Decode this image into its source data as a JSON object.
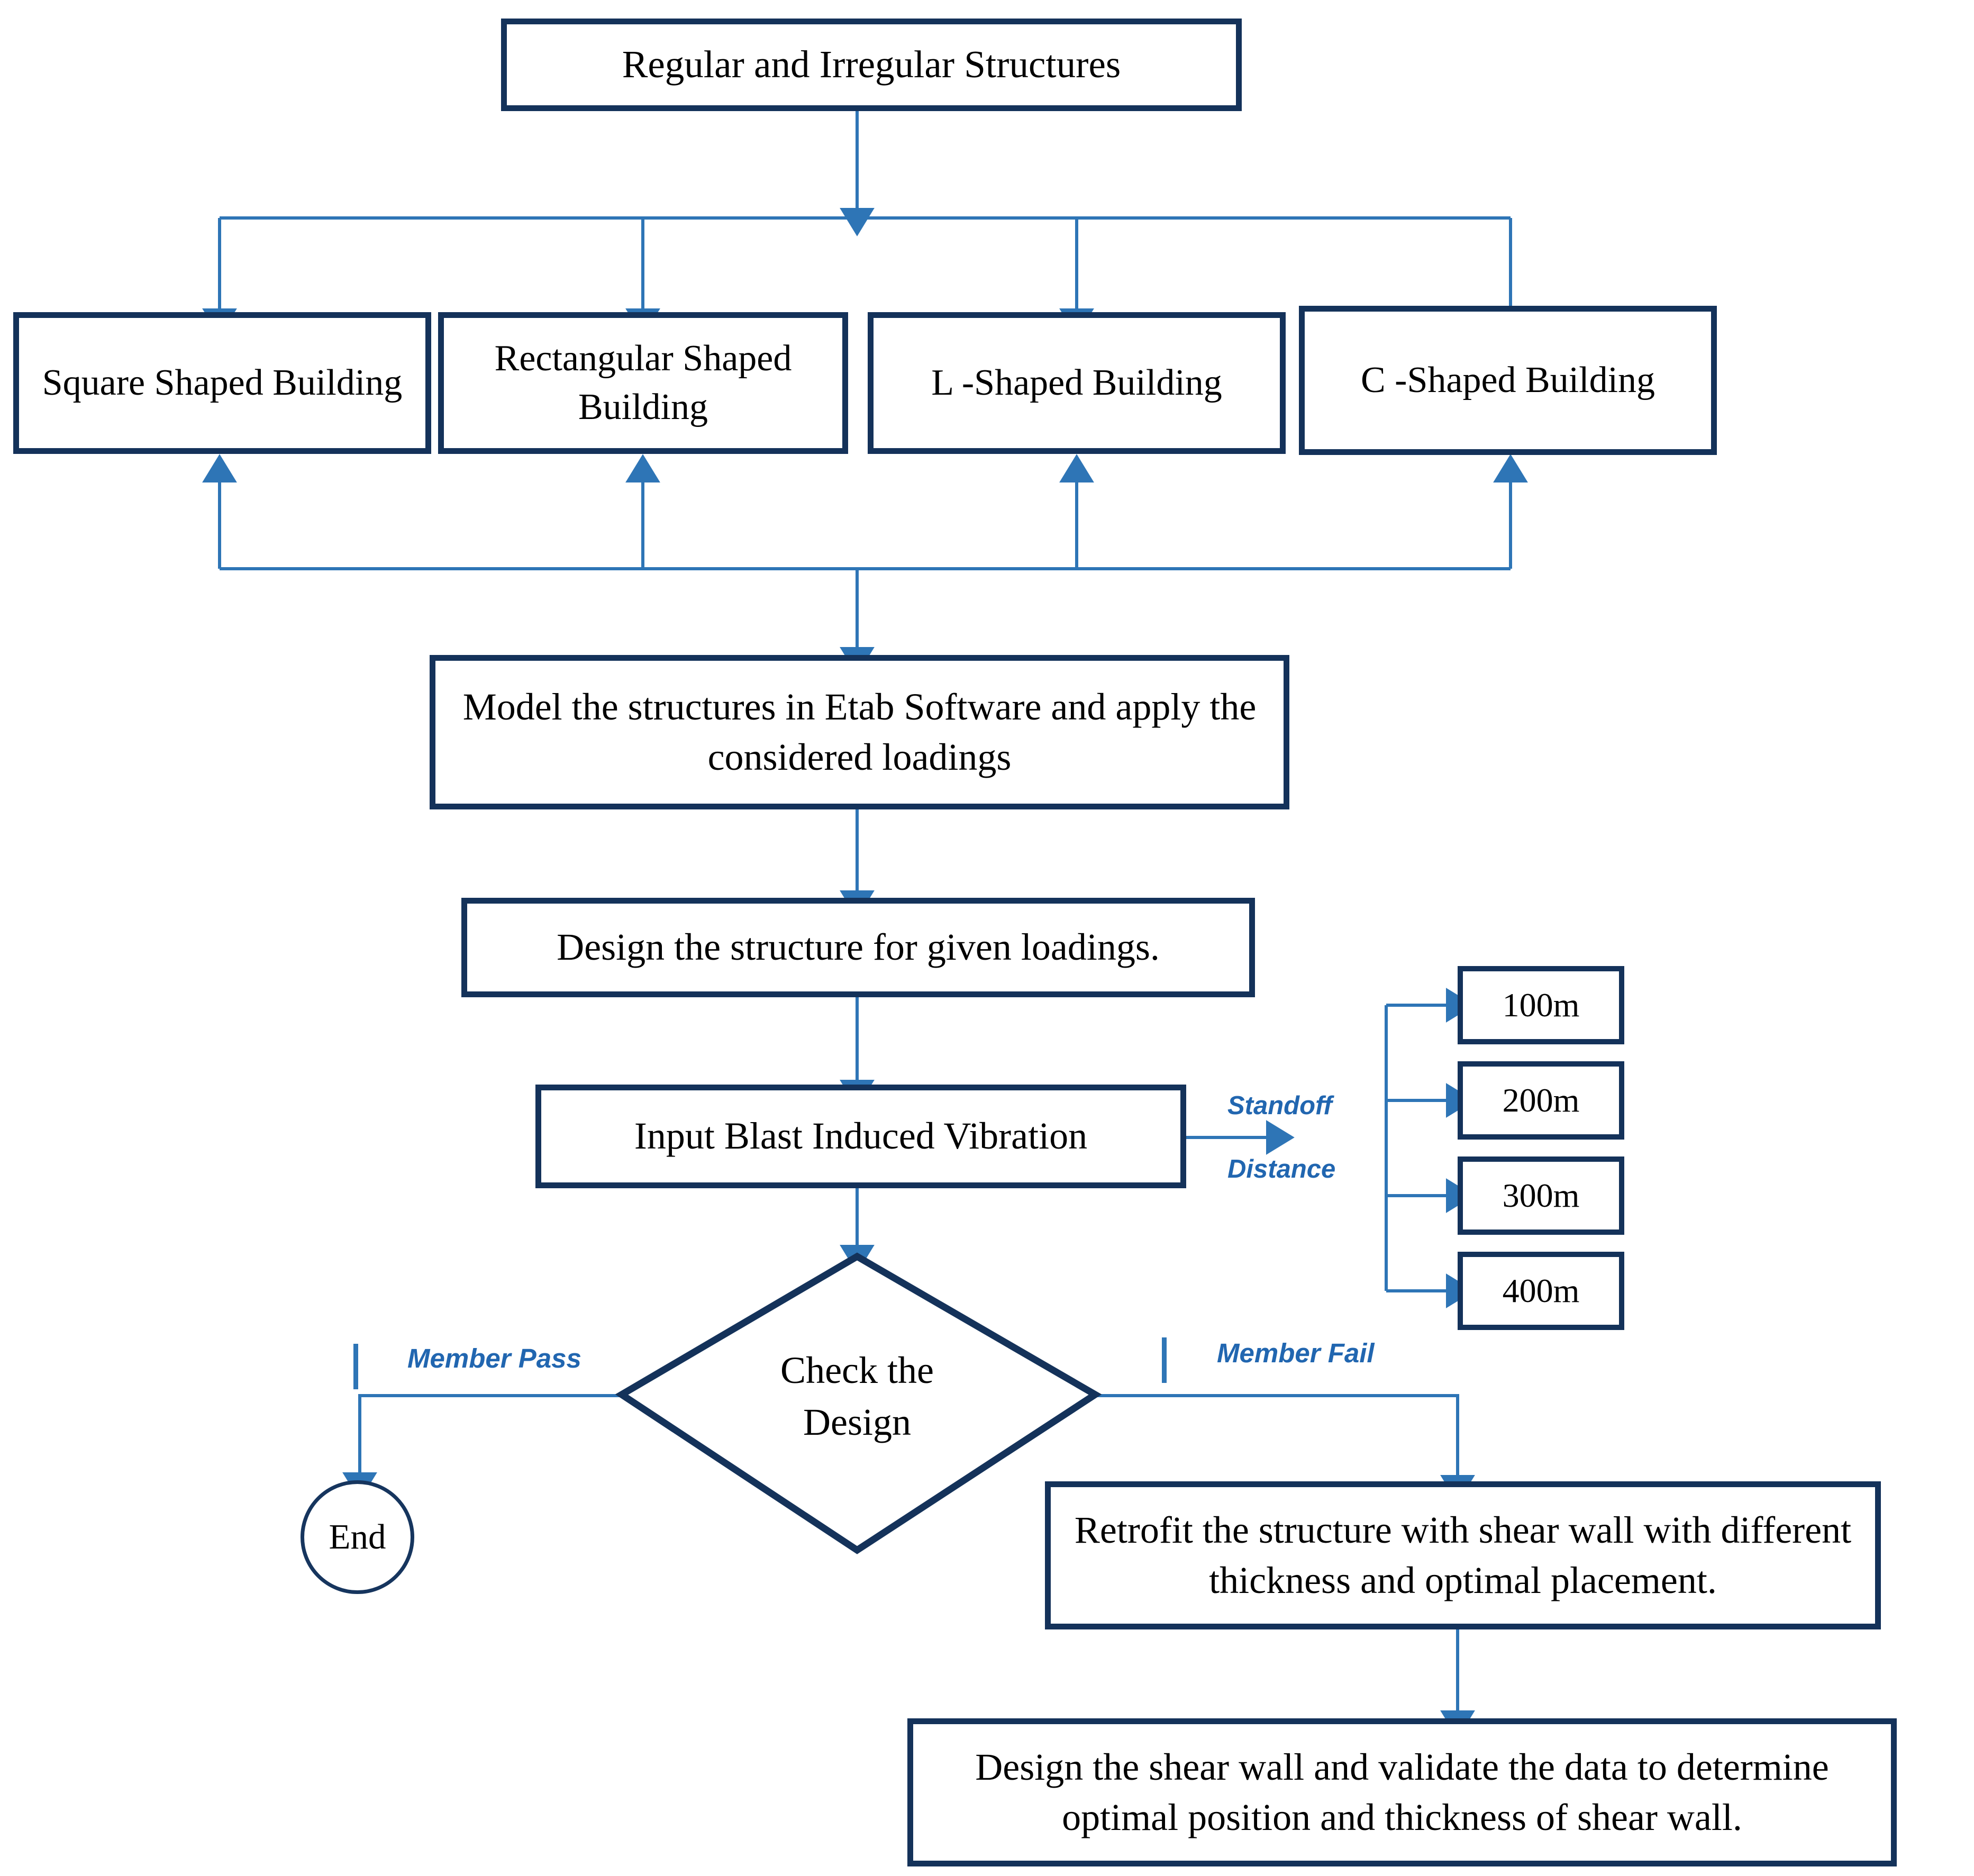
{
  "diagram": {
    "title_node": {
      "text": "Regular and Irregular Structures"
    },
    "building_types": [
      {
        "text": "Square Shaped Building"
      },
      {
        "text": "Rectangular Shaped Building"
      },
      {
        "text": "L -Shaped Building"
      },
      {
        "text": "C -Shaped Building"
      }
    ],
    "model_node": {
      "text": "Model the structures in Etab Software and apply the considered loadings"
    },
    "design_node": {
      "text": "Design the structure for given loadings."
    },
    "blast_node": {
      "text": "Input Blast Induced Vibration"
    },
    "standoff_label": {
      "line1": "Standoff",
      "line2": "Distance"
    },
    "standoff_distances": [
      {
        "text": "100m"
      },
      {
        "text": "200m"
      },
      {
        "text": "300m"
      },
      {
        "text": "400m"
      }
    ],
    "decision_node": {
      "text": "Check the Design"
    },
    "branch_pass_label": {
      "text": "Member Pass"
    },
    "branch_fail_label": {
      "text": "Member Fail"
    },
    "end_node": {
      "text": "End"
    },
    "retrofit_node": {
      "text": "Retrofit the structure with shear wall with different thickness and optimal placement."
    },
    "validate_node": {
      "text": "Design the shear wall and validate the data to determine optimal position and thickness of shear wall."
    },
    "colors": {
      "box_border": "#14325a",
      "connector": "#2E75B6",
      "label_text": "#2166B0",
      "text": "#000000",
      "background": "#ffffff"
    }
  }
}
